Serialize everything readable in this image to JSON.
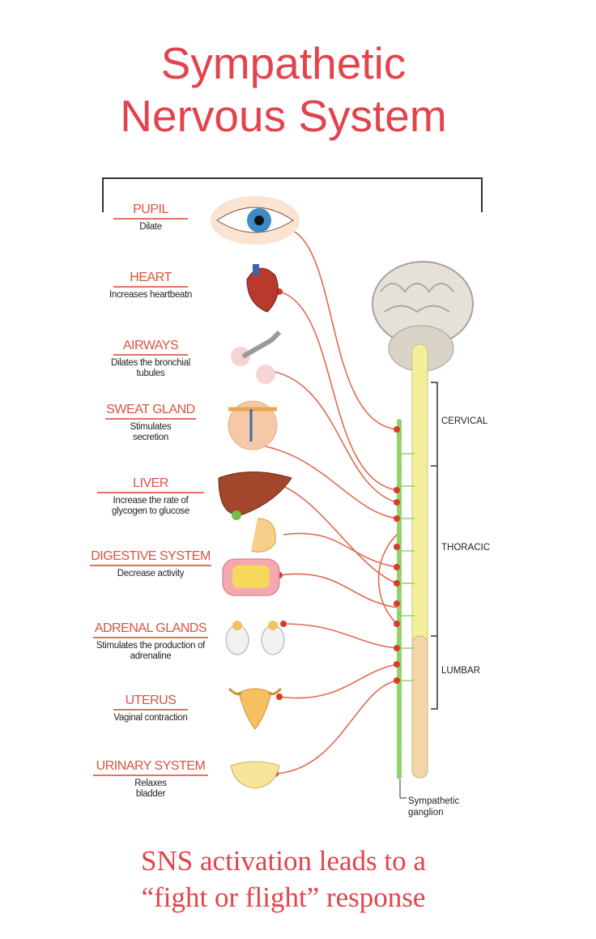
{
  "title": {
    "line1": "Sympathetic",
    "line2": "Nervous System"
  },
  "organs": [
    {
      "name": "PUPIL",
      "effect": "Dilate"
    },
    {
      "name": "HEART",
      "effect": "Increases heartbeatn"
    },
    {
      "name": "AIRWAYS",
      "effect": "Dilates the bronchial tubules"
    },
    {
      "name": "SWEAT GLAND",
      "effect": "Stimulates secretion"
    },
    {
      "name": "LIVER",
      "effect": "Increase the rate of glycogen to glucose"
    },
    {
      "name": "DIGESTIVE SYSTEM",
      "effect": "Decrease activity"
    },
    {
      "name": "ADRENAL GLANDS",
      "effect": "Stimulates the production of adrenaline"
    },
    {
      "name": "UTERUS",
      "effect": "Vaginal contraction"
    },
    {
      "name": "URINARY SYSTEM",
      "effect": "Relaxes bladder"
    }
  ],
  "regions": {
    "cervical": "CERVICAL",
    "thoracic": "THORACIC",
    "lumbar": "LUMBAR"
  },
  "ganglion_label": "Sympathetic ganglion",
  "footer": {
    "line1": "SNS activation leads to a",
    "line2": "“fight or flight” response"
  },
  "colors": {
    "title": "#e3434b",
    "nerve": "#e06a4f",
    "ganglion": "#8fd46a",
    "cord": "#f3ef9a"
  }
}
